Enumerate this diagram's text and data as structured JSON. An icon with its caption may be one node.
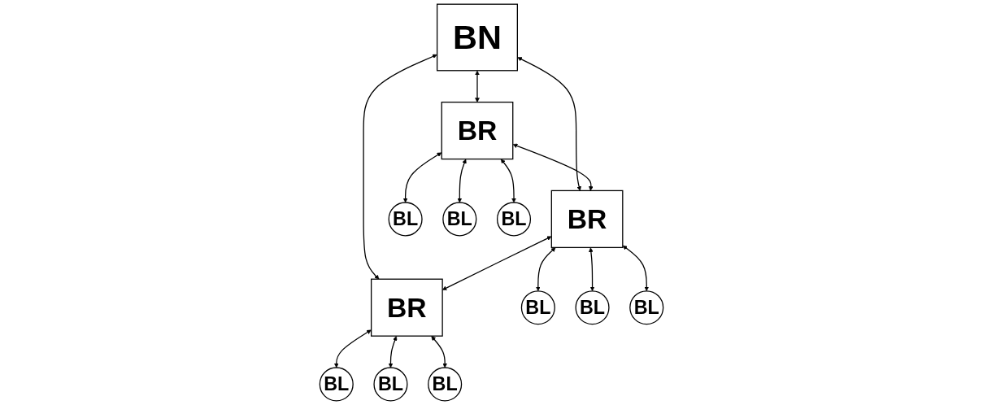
{
  "diagram": {
    "nodes": [
      {
        "text": [
          "BN"
        ]
      },
      {
        "text": [
          "BR"
        ]
      },
      {
        "text": [
          "BR"
        ]
      },
      {
        "text": [
          "BR"
        ]
      },
      {
        "text": [
          "BL"
        ]
      },
      {
        "text": [
          "BL"
        ]
      },
      {
        "text": [
          "BL"
        ]
      },
      {
        "text": [
          "BL"
        ]
      },
      {
        "text": [
          "BL"
        ]
      },
      {
        "text": [
          "BL"
        ]
      },
      {
        "text": [
          "BL"
        ]
      },
      {
        "text": [
          "BL"
        ]
      },
      {
        "text": [
          "BL"
        ]
      }
    ],
    "edges": [
      {
        "from": 0,
        "to": 1,
        "arrow": "both"
      },
      {
        "from": 0,
        "to": 2,
        "arrow": "both"
      },
      {
        "from": 0,
        "to": 3,
        "arrow": "both"
      },
      {
        "from": 1,
        "to": 2,
        "arrow": "both"
      },
      {
        "from": 2,
        "to": 3,
        "arrow": "both"
      },
      {
        "from": 1,
        "to": 4,
        "arrow": "both"
      },
      {
        "from": 1,
        "to": 5,
        "arrow": "both"
      },
      {
        "from": 1,
        "to": 6,
        "arrow": "both"
      },
      {
        "from": 2,
        "to": 7,
        "arrow": "both"
      },
      {
        "from": 2,
        "to": 8,
        "arrow": "both"
      },
      {
        "from": 2,
        "to": 9,
        "arrow": "both"
      },
      {
        "from": 3,
        "to": 10,
        "arrow": "both"
      },
      {
        "from": 3,
        "to": 11,
        "arrow": "both"
      },
      {
        "from": 3,
        "to": 12,
        "arrow": "both"
      }
    ]
  }
}
